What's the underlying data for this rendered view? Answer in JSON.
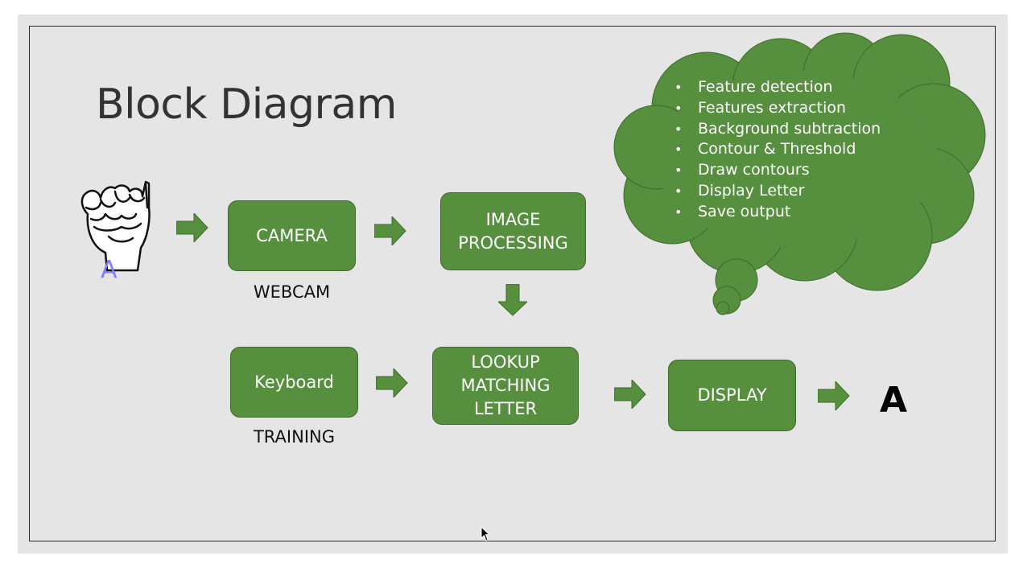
{
  "slide": {
    "title": "Block Diagram"
  },
  "flow": {
    "hand_sign_letter": "A",
    "camera": {
      "label": "CAMERA",
      "caption": "WEBCAM"
    },
    "image_processing": {
      "line1": "IMAGE",
      "line2": "PROCESSING"
    },
    "keyboard": {
      "label": "Keyboard",
      "caption": "TRAINING"
    },
    "lookup": {
      "line1": "LOOKUP",
      "line2": "MATCHING",
      "line3": "LETTER"
    },
    "display": {
      "label": "DISPLAY"
    },
    "output_letter": "A"
  },
  "cloud": {
    "items": [
      "Feature detection",
      "Features extraction",
      "Background subtraction",
      "Contour & Threshold",
      "Draw contours",
      "Display Letter",
      "Save output"
    ]
  },
  "colors": {
    "box_fill": "#568f3e",
    "slide_bg": "#e5e5e5",
    "hand_letter": "#7b7bff"
  }
}
